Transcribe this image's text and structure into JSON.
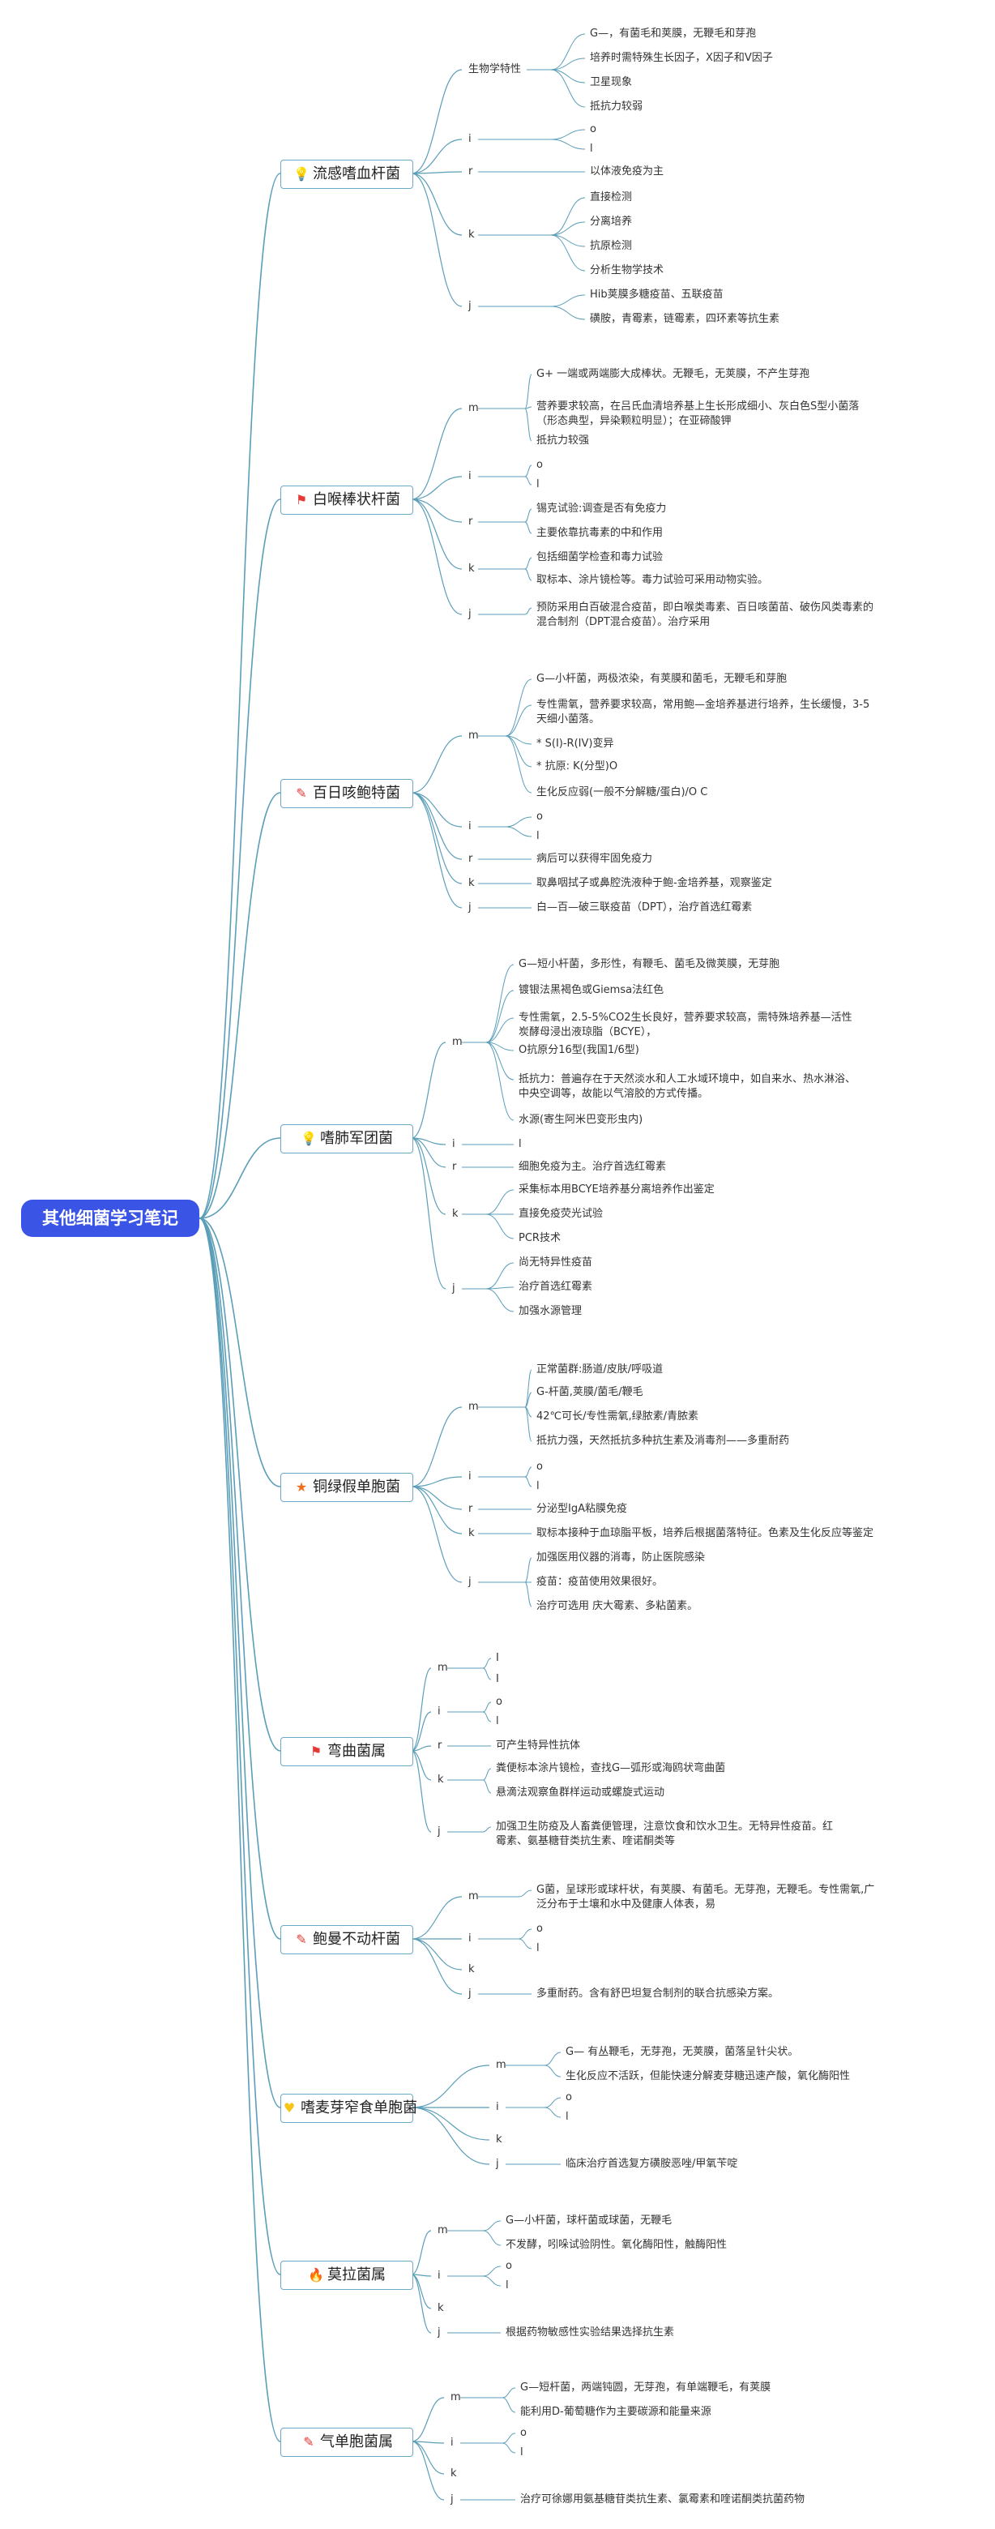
{
  "root": {
    "title": "其他细菌学习笔记"
  },
  "icons": {
    "bulb": "💡",
    "flag": "⚑",
    "pin": "✎",
    "star": "★",
    "heart": "♥",
    "fire": "🔥"
  },
  "colors": {
    "root_bg": "#3a55e6",
    "line": "#5b9eb8"
  },
  "categories": [
    {
      "name": "流感嗜血杆菌",
      "icon": "bulb-icon",
      "sections": [
        {
          "label": "生物学特性",
          "items": [
            "G—，有菌毛和荚膜，无鞭毛和芽孢",
            "培养时需特殊生长因子，X因子和V因子",
            "卫星现象",
            "抵抗力较弱"
          ]
        },
        {
          "label": "i",
          "items": [
            "o",
            "l"
          ]
        },
        {
          "label": "r",
          "items": [
            "以体液免疫为主"
          ]
        },
        {
          "label": "k",
          "items": [
            "直接检测",
            "分离培养",
            "抗原检测",
            "分析生物学技术"
          ]
        },
        {
          "label": "j",
          "items": [
            "Hib荚膜多糖疫苗、五联疫苗",
            "磺胺，青霉素，链霉素，四环素等抗生素"
          ]
        }
      ]
    },
    {
      "name": "白喉棒状杆菌",
      "icon": "flag-icon",
      "sections": [
        {
          "label": "m",
          "items": [
            "G+ 一端或两端膨大成棒状。无鞭毛，无荚膜，不产生芽孢",
            "营养要求较高，在吕氏血清培养基上生长形成细小、灰白色S型小菌落（形态典型，异染颗粒明显）；在亚碲酸钾",
            "抵抗力较强"
          ]
        },
        {
          "label": "i",
          "items": [
            "o",
            "l"
          ]
        },
        {
          "label": "r",
          "items": [
            "锡克试验:调查是否有免疫力",
            "主要依靠抗毒素的中和作用"
          ]
        },
        {
          "label": "k",
          "items": [
            "包括细菌学检查和毒力试验",
            "取标本、涂片镜检等。毒力试验可采用动物实验。"
          ]
        },
        {
          "label": "j",
          "items": [
            "预防采用白百破混合疫苗，即白喉类毒素、百日咳菌苗、破伤风类毒素的混合制剂（DPT混合疫苗）。治疗采用"
          ]
        }
      ]
    },
    {
      "name": "百日咳鲍特菌",
      "icon": "pin-icon",
      "sections": [
        {
          "label": "m",
          "items": [
            "G—小杆菌，两极浓染，有荚膜和菌毛，无鞭毛和芽胞",
            "专性需氧，营养要求较高，常用鲍—金培养基进行培养，生长缓慢，3-5天细小菌落。",
            "* S(I)-R(IV)变异",
            "* 抗原: K(分型)O",
            "生化反应弱(一般不分解糖/蛋白)/O C"
          ]
        },
        {
          "label": "i",
          "items": [
            "o",
            "l"
          ]
        },
        {
          "label": "r",
          "items": [
            "病后可以获得牢固免疫力"
          ]
        },
        {
          "label": "k",
          "items": [
            "取鼻咽拭子或鼻腔洗液种于鲍-金培养基，观察鉴定"
          ]
        },
        {
          "label": "j",
          "items": [
            "白—百—破三联疫苗（DPT），治疗首选红霉素"
          ]
        }
      ]
    },
    {
      "name": "嗜肺军团菌",
      "icon": "bulb-icon",
      "sections": [
        {
          "label": "m",
          "items": [
            "G—短小杆菌，多形性，有鞭毛、菌毛及微荚膜，无芽胞",
            "镀银法黑褐色或Giemsa法红色",
            "专性需氧，2.5-5%CO2生长良好，营养要求较高，需特殊培养基—活性炭酵母浸出液琼脂（BCYE），",
            "O抗原分16型(我国1/6型)",
            "抵抗力：普遍存在于天然淡水和人工水域环境中，如自来水、热水淋浴、中央空调等，故能以气溶胶的方式传播。",
            "水源(寄生阿米巴变形虫内)"
          ]
        },
        {
          "label": "i",
          "items": [
            "l"
          ]
        },
        {
          "label": "r",
          "items": [
            "细胞免疫为主。治疗首选红霉素"
          ]
        },
        {
          "label": "k",
          "items": [
            "采集标本用BCYE培养基分离培养作出鉴定",
            "直接免疫荧光试验",
            "PCR技术"
          ]
        },
        {
          "label": "j",
          "items": [
            "尚无特异性疫苗",
            "治疗首选红霉素",
            "加强水源管理"
          ]
        }
      ]
    },
    {
      "name": "铜绿假单胞菌",
      "icon": "star-icon",
      "sections": [
        {
          "label": "m",
          "items": [
            "正常菌群:肠道/皮肤/呼吸道",
            "G-杆菌,荚膜/菌毛/鞭毛",
            "42℃可长/专性需氧,绿脓素/青脓素",
            "抵抗力强，天然抵抗多种抗生素及消毒剂——多重耐药"
          ]
        },
        {
          "label": "i",
          "items": [
            "o",
            "l"
          ]
        },
        {
          "label": "r",
          "items": [
            "分泌型IgA粘膜免疫"
          ]
        },
        {
          "label": "k",
          "items": [
            "取标本接种于血琼脂平板，培养后根据菌落特征。色素及生化反应等鉴定"
          ]
        },
        {
          "label": "j",
          "items": [
            "加强医用仪器的消毒，防止医院感染",
            "疫苗：疫苗使用效果很好。",
            "治疗可选用 庆大霉素、多粘菌素。"
          ]
        }
      ]
    },
    {
      "name": "弯曲菌属",
      "icon": "flag-icon",
      "sections": [
        {
          "label": "m",
          "items": [
            "I",
            "I"
          ]
        },
        {
          "label": "i",
          "items": [
            "o",
            "l"
          ]
        },
        {
          "label": "r",
          "items": [
            "可产生特异性抗体"
          ]
        },
        {
          "label": "k",
          "items": [
            "粪便标本涂片镜检，查找G—弧形或海鸥状弯曲菌",
            "悬滴法观察鱼群样运动或螺旋式运动"
          ]
        },
        {
          "label": "j",
          "items": [
            "加强卫生防疫及人畜粪便管理，注意饮食和饮水卫生。无特异性疫苗。红霉素、氨基糖苷类抗生素、喹诺酮类等"
          ]
        }
      ]
    },
    {
      "name": "鲍曼不动杆菌",
      "icon": "pin-icon",
      "sections": [
        {
          "label": "m",
          "items": [
            "G菌，呈球形或球杆状，有荚膜、有菌毛。无芽孢，无鞭毛。专性需氧,广泛分布于土壤和水中及健康人体表，易"
          ]
        },
        {
          "label": "i",
          "items": [
            "o",
            "l"
          ]
        },
        {
          "label": "k",
          "items": []
        },
        {
          "label": "j",
          "items": [
            "多重耐药。含有舒巴坦复合制剂的联合抗感染方案。"
          ]
        }
      ]
    },
    {
      "name": "嗜麦芽窄食单胞菌",
      "icon": "heart-icon",
      "sections": [
        {
          "label": "m",
          "items": [
            "G— 有丛鞭毛，无芽孢，无荚膜，菌落呈针尖状。",
            "生化反应不活跃，但能快速分解麦芽糖迅速产酸，氧化酶阳性"
          ]
        },
        {
          "label": "i",
          "items": [
            "o",
            "l"
          ]
        },
        {
          "label": "k",
          "items": []
        },
        {
          "label": "j",
          "items": [
            "临床治疗首选复方磺胺恶唑/甲氧苄啶"
          ]
        }
      ]
    },
    {
      "name": "莫拉菌属",
      "icon": "fire-icon",
      "sections": [
        {
          "label": "m",
          "items": [
            "G—小杆菌，球杆菌或球菌，无鞭毛",
            "不发酵，吲哚试验阴性。氧化酶阳性，触酶阳性"
          ]
        },
        {
          "label": "i",
          "items": [
            "o",
            "l"
          ]
        },
        {
          "label": "k",
          "items": []
        },
        {
          "label": "j",
          "items": [
            "根据药物敏感性实验结果选择抗生素"
          ]
        }
      ]
    },
    {
      "name": "气单胞菌属",
      "icon": "pin-icon",
      "sections": [
        {
          "label": "m",
          "items": [
            "G—短杆菌，两端钝圆，无芽孢，有单端鞭毛，有荚膜",
            "能利用D-葡萄糖作为主要碳源和能量来源"
          ]
        },
        {
          "label": "i",
          "items": [
            "o",
            "l"
          ]
        },
        {
          "label": "k",
          "items": []
        },
        {
          "label": "j",
          "items": [
            "治疗可徐娜用氨基糖苷类抗生素、氯霉素和喹诺酮类抗菌药物"
          ]
        }
      ]
    }
  ]
}
